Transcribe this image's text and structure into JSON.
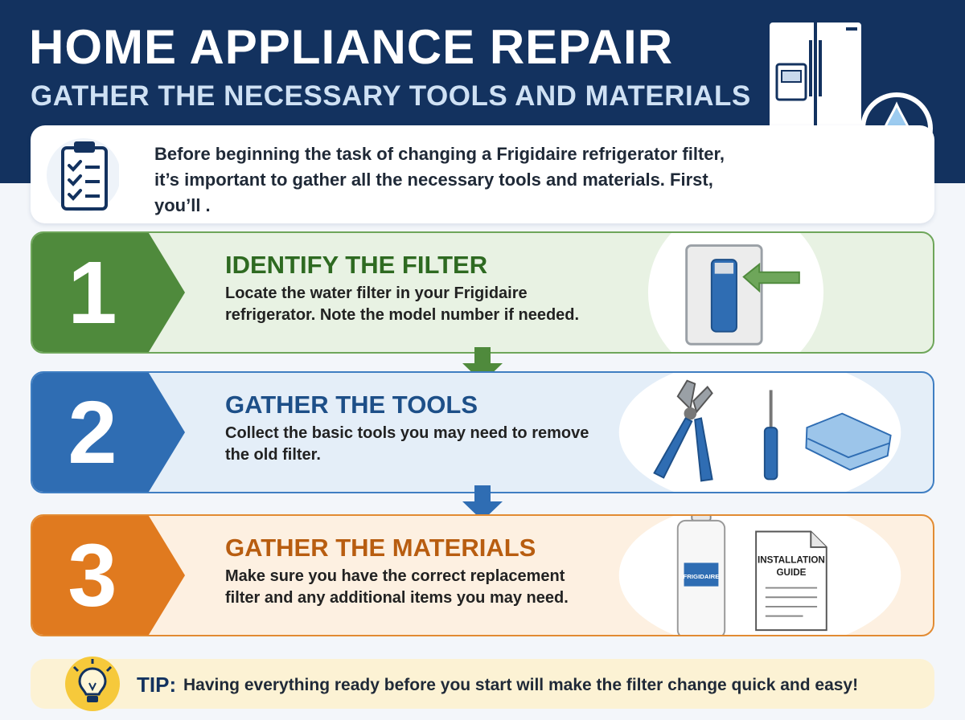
{
  "header": {
    "title": "HOME APPLIANCE REPAIR",
    "subtitle": "GATHER THE NECESSARY TOOLS AND MATERIALS"
  },
  "intro": {
    "text": "Before beginning the task of changing a Frigidaire refrigerator filter, it’s important to gather all the necessary tools and materials. First, you’ll ."
  },
  "steps": [
    {
      "number": "1",
      "title": "IDENTIFY THE FILTER",
      "description": "Locate the water filter in your Frigidaire refrigerator. Note the model number if needed.",
      "color": "#4f8a3c"
    },
    {
      "number": "2",
      "title": "GATHER THE TOOLS",
      "description": "Collect the basic tools you may need to remove the old filter.",
      "color": "#2f6db3"
    },
    {
      "number": "3",
      "title": "GATHER THE MATERIALS",
      "description": "Make sure you have the correct replacement filter and any additional items you may need.",
      "color": "#e07a1f"
    }
  ],
  "art": {
    "bottle_label": "FRIGIDAIRE",
    "guide_line1": "INSTALLATION",
    "guide_line2": "GUIDE"
  },
  "tip": {
    "label": "TIP:",
    "text": "Having everything ready before you start will make the filter change quick and easy!"
  },
  "colors": {
    "navy": "#13325f",
    "green": "#4f8a3c",
    "blue": "#2f6db3",
    "orange": "#e07a1f"
  }
}
